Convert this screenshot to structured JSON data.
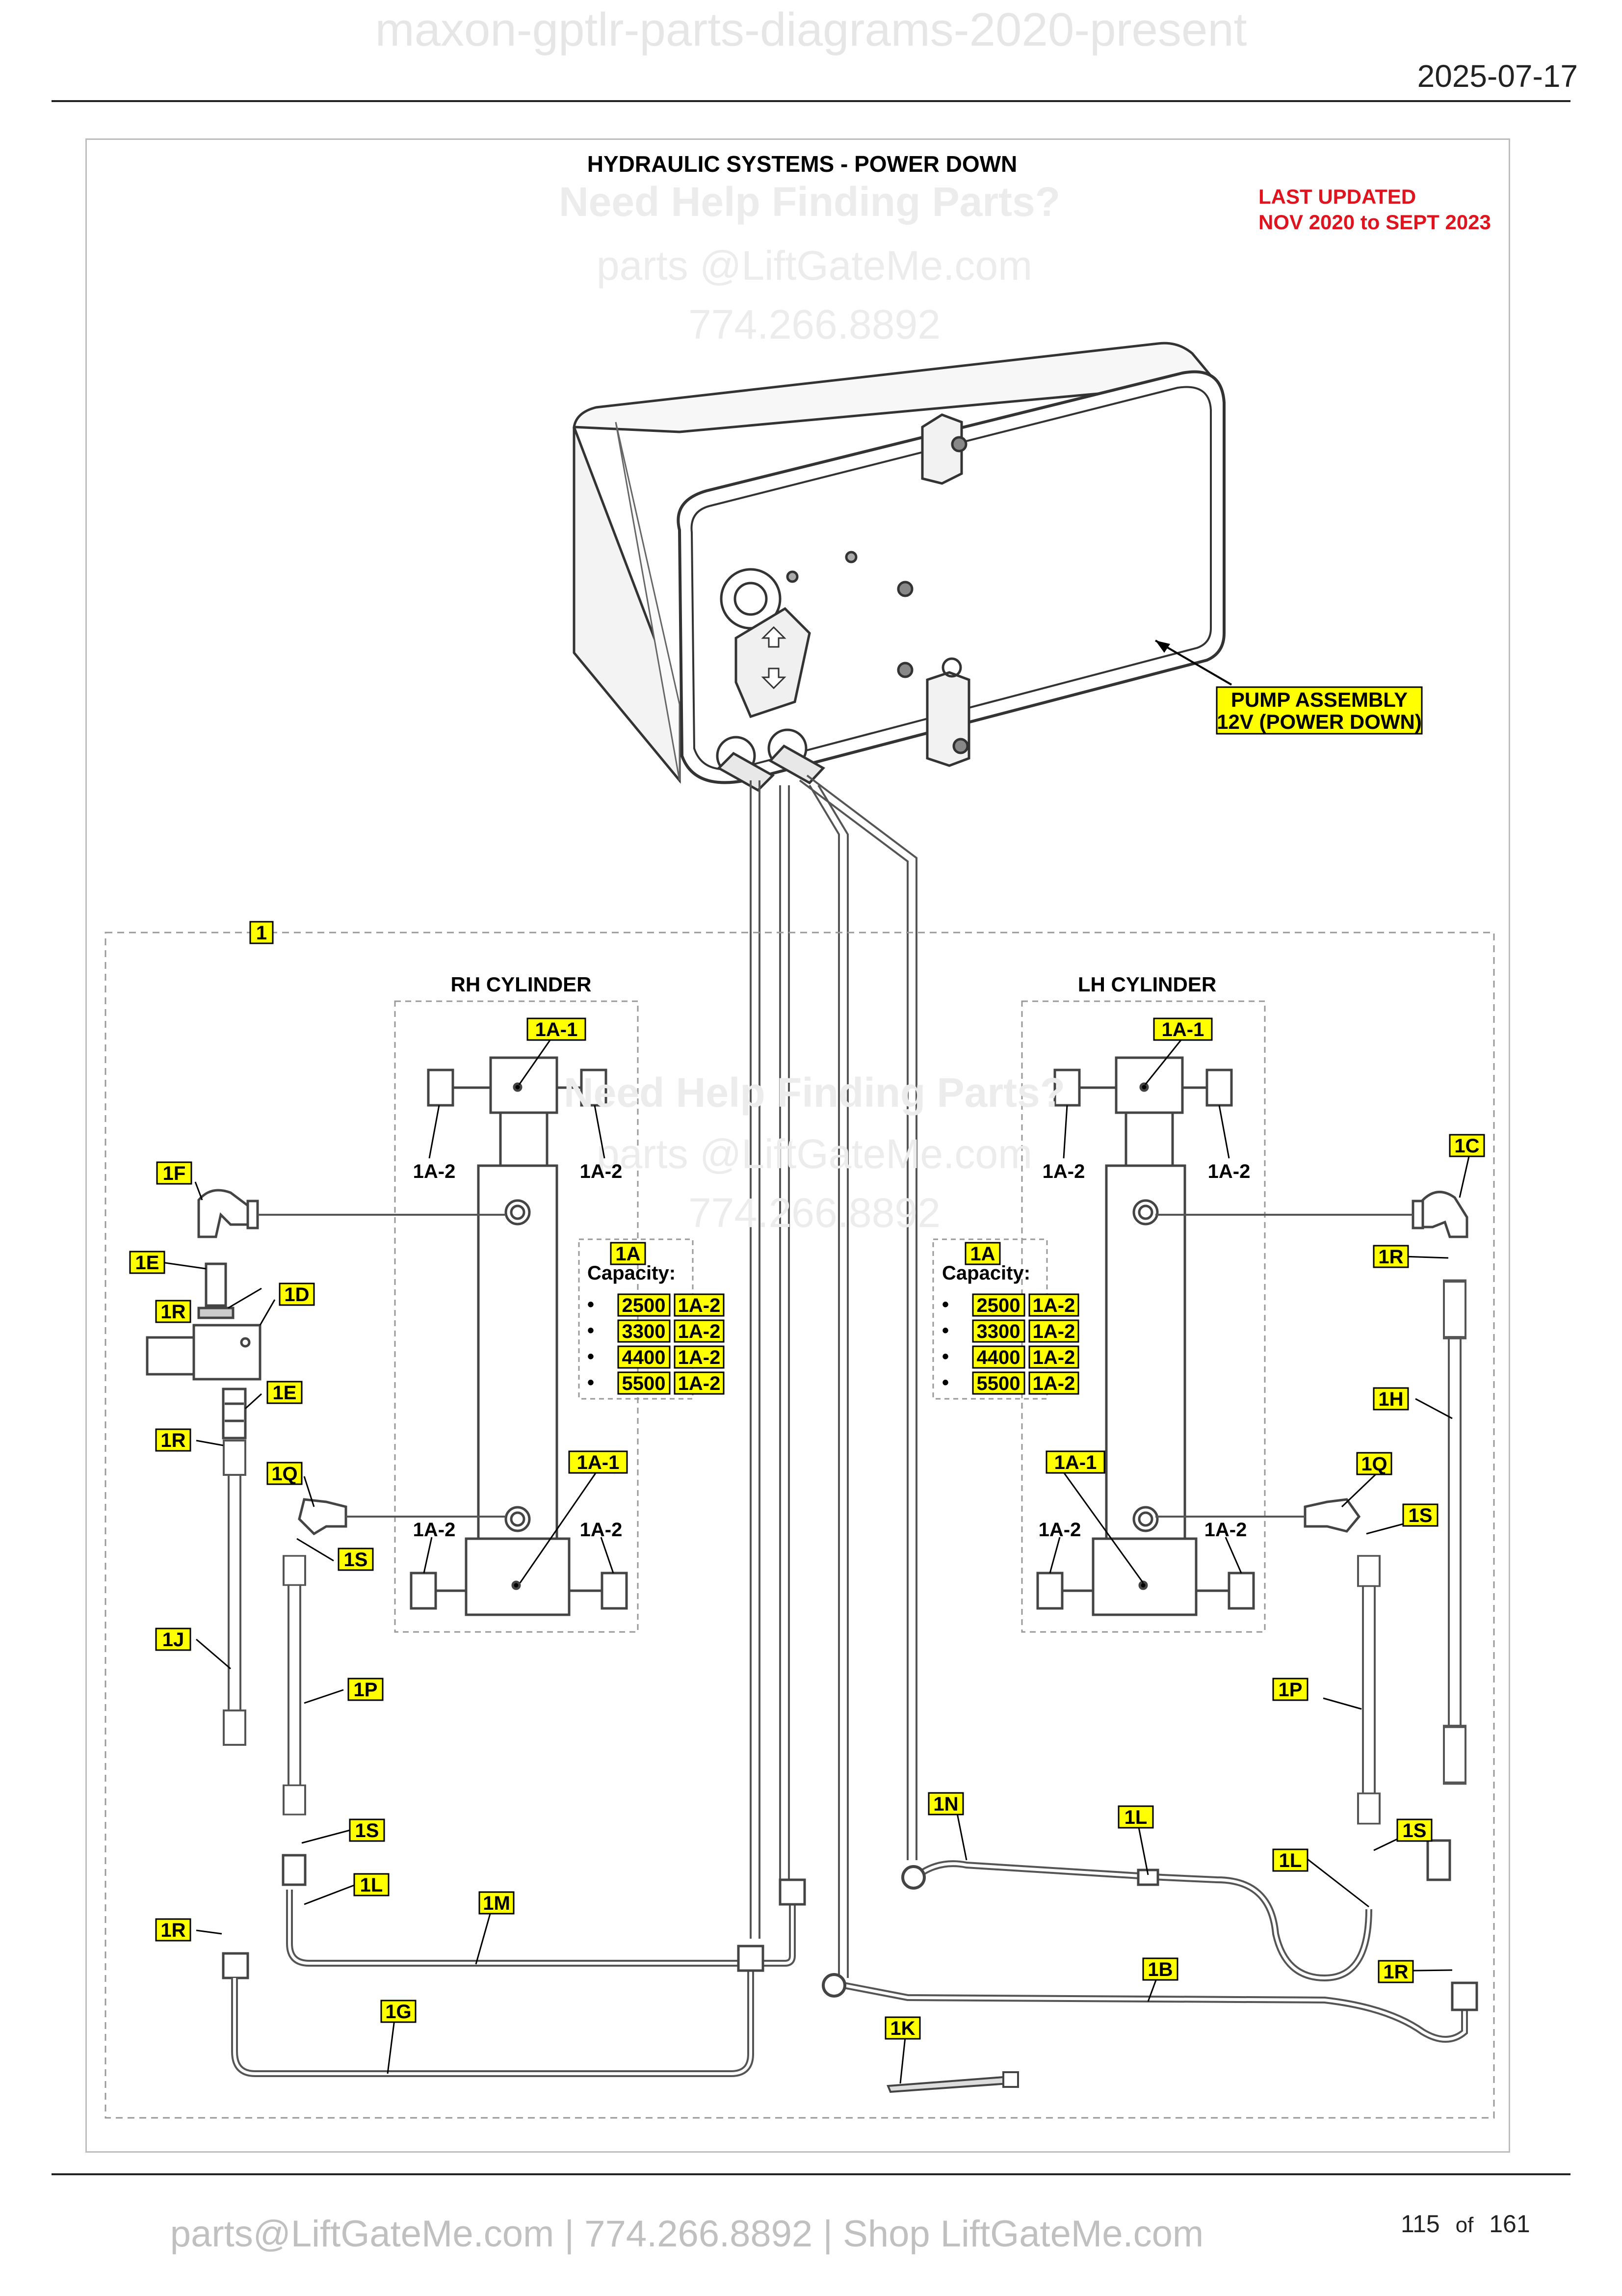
{
  "header": {
    "watermark": "maxon-gptlr-parts-diagrams-2020-present",
    "date": "2025-07-17"
  },
  "diagram": {
    "title": "HYDRAULIC SYSTEMS - POWER DOWN",
    "help_heading": "Need Help Finding Parts?",
    "help_email": "parts @LiftGateMe.com",
    "help_phone": "774.266.8892",
    "last_updated": [
      "LAST UPDATED",
      "NOV 2020 to SEPT 2023"
    ],
    "pump_label": [
      "PUMP ASSEMBLY",
      "12V (POWER DOWN)"
    ],
    "rh_cylinder": "RH CYLINDER",
    "lh_cylinder": "LH CYLINDER",
    "capacity_label": "Capacity:",
    "capacity_bullet": "•",
    "capacities": [
      "2500",
      "3300",
      "4400",
      "5500"
    ],
    "part_labels": {
      "kit": "1",
      "cyl": "1A",
      "end": "1A-1",
      "bush": "1A-2",
      "b": "1B",
      "c": "1C",
      "d": "1D",
      "e": "1E",
      "f": "1F",
      "g": "1G",
      "h": "1H",
      "j": "1J",
      "k": "1K",
      "l": "1L",
      "m": "1M",
      "n": "1N",
      "p": "1P",
      "q": "1Q",
      "r": "1R",
      "s": "1S"
    },
    "label_fill": "#ffff00"
  },
  "footer": {
    "contact": "parts@LiftGateMe.com | 774.266.8892 | Shop LiftGateMe.com",
    "page": "115",
    "of": "of",
    "total": "161"
  }
}
